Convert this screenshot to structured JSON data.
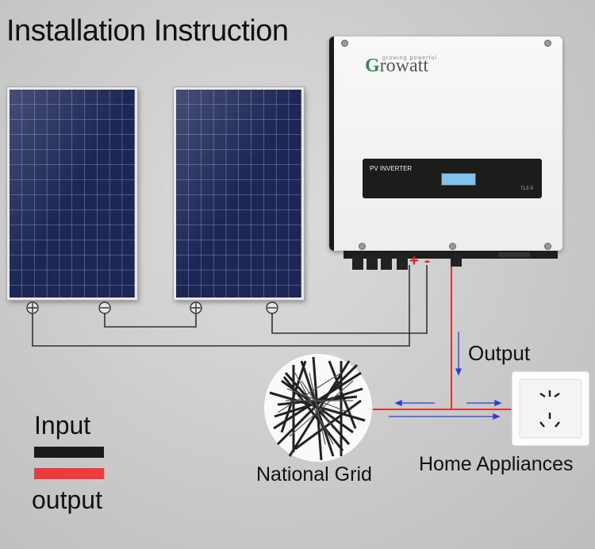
{
  "title": "Installation Instruction",
  "inverter": {
    "brand": "rowatt",
    "brand_initial": "G",
    "tagline": "growing powerful",
    "display_label": "PV INVERTER",
    "model": "TL3-S"
  },
  "labels": {
    "output": "Output",
    "national_grid": "National Grid",
    "home_appliances": "Home Appliances",
    "plus": "+",
    "minus": "-"
  },
  "legend": {
    "input_label": "Input",
    "output_label": "output",
    "input_color": "#1a1a1a",
    "output_color": "#ee3a3a"
  },
  "colors": {
    "dc_wire": "#333333",
    "ac_wire": "#e02020",
    "flow_arrow": "#2a3fd6",
    "panel_cell": "#1c2550"
  }
}
